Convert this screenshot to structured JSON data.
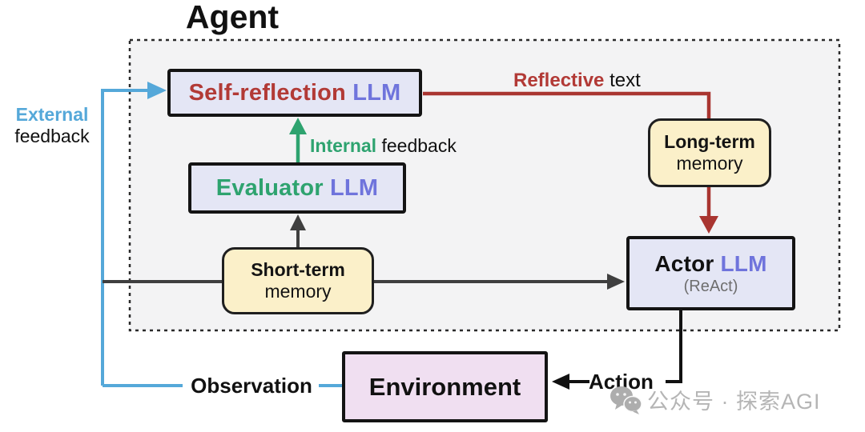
{
  "agent_title": "Agent",
  "boxes": {
    "self_reflection": {
      "primary": "Self-reflection",
      "secondary": "LLM"
    },
    "evaluator": {
      "primary": "Evaluator",
      "secondary": "LLM"
    },
    "short_term_memory": {
      "line1": "Short-term",
      "line2": "memory"
    },
    "long_term_memory": {
      "line1": "Long-term",
      "line2": "memory"
    },
    "actor": {
      "primary": "Actor",
      "secondary": "LLM",
      "subtitle": "(ReAct)"
    },
    "environment": {
      "label": "Environment"
    }
  },
  "edge_labels": {
    "external_feedback": {
      "accent": "External",
      "rest": "feedback"
    },
    "internal_feedback": {
      "accent": "Internal",
      "rest": "feedback"
    },
    "reflective_text": {
      "accent": "Reflective",
      "rest": "text"
    },
    "observation": "Observation",
    "action": "Action"
  },
  "watermark": {
    "text": "公众号 · 探索AGI"
  },
  "colors": {
    "red_accent": "#B23A36",
    "periwinkle_accent": "#6F74DC",
    "green_accent": "#2EA36F",
    "sky_blue_accent": "#55A8D9",
    "dark_gray_line": "#3F3F3F",
    "black_line": "#111111",
    "lavender_box_bg": "#E4E6F5",
    "cream_box_bg": "#FBF0C9",
    "pink_box_bg": "#F0DFF1",
    "agent_panel_bg": "#F3F3F4",
    "watermark_gray": "#B5B5B5"
  }
}
